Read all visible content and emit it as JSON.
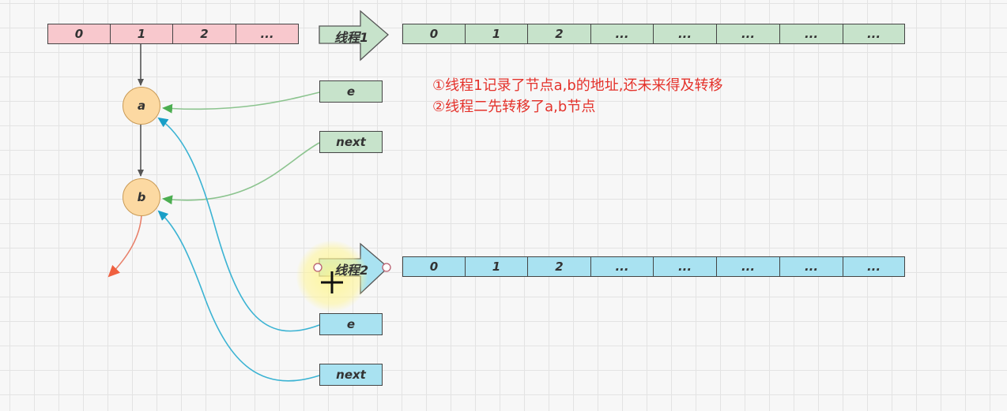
{
  "main_table": {
    "cells": [
      "0",
      "1",
      "2",
      "..."
    ]
  },
  "thread1": {
    "label": "线程1",
    "cells": [
      "0",
      "1",
      "2",
      "...",
      "...",
      "...",
      "...",
      "..."
    ],
    "e_label": "e",
    "next_label": "next"
  },
  "thread2": {
    "label": "线程2",
    "cells": [
      "0",
      "1",
      "2",
      "...",
      "...",
      "...",
      "...",
      "..."
    ],
    "e_label": "e",
    "next_label": "next"
  },
  "nodes": {
    "a": "a",
    "b": "b"
  },
  "notes": [
    "①线程1记录了节点a,b的地址,还未来得及转移",
    "②线程二先转移了a,b节点"
  ],
  "colors": {
    "pink": "#f8c8cd",
    "green": "#c7e3cb",
    "blue": "#a9e2f1",
    "node": "#fcd9a2",
    "green_arrow": "#7ab57e",
    "blue_arrow": "#3bb3d3",
    "red_arrow": "#e8806a",
    "note_text": "#e4322b"
  }
}
